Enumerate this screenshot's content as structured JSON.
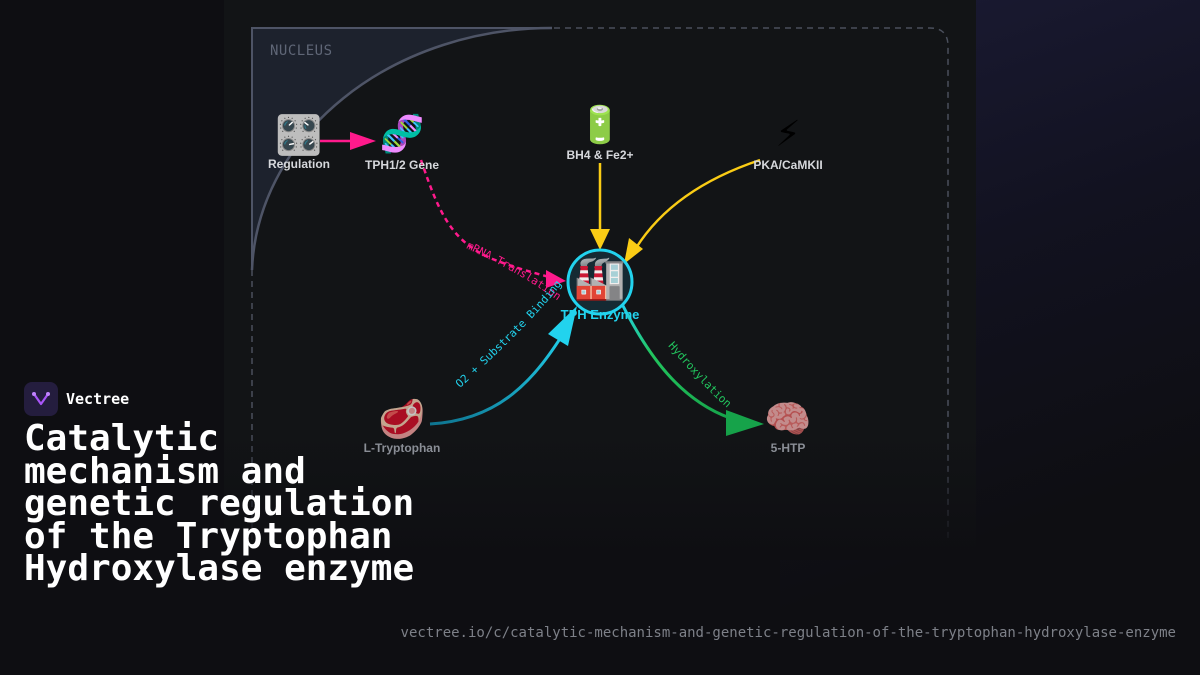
{
  "diagram": {
    "compartment_label": "NUCLEUS",
    "nodes": {
      "regulation": {
        "icon": "🎛️",
        "icon_name": "control-knobs-icon",
        "label": "Regulation"
      },
      "gene": {
        "icon": "🧬",
        "icon_name": "dna-icon",
        "label": "TPH1/2 Gene"
      },
      "cofactor": {
        "icon": "🔋",
        "icon_name": "battery-icon",
        "label": "BH4 & Fe2+"
      },
      "kinase": {
        "icon": "⚡",
        "icon_name": "lightning-icon",
        "label": "PKA/CaMKII"
      },
      "enzyme": {
        "icon": "🏭",
        "icon_name": "factory-icon",
        "label": "TPH Enzyme"
      },
      "substrate": {
        "icon": "🥩",
        "icon_name": "meat-icon",
        "label": "L-Tryptophan"
      },
      "product": {
        "icon": "🧠",
        "icon_name": "brain-icon",
        "label": "5-HTP"
      }
    },
    "edges": {
      "translation": {
        "label": "mRNA Translation",
        "color": "#ff1a8c"
      },
      "binding": {
        "label": "O2 + Substrate Binding",
        "color": "#22d3ee"
      },
      "hydroxylation": {
        "label": "Hydroxylation",
        "color": "#22c55e"
      },
      "regulation_to_gene": {
        "color": "#ff1a8c"
      },
      "cofactor_to_enzyme": {
        "color": "#facc15"
      },
      "kinase_to_enzyme": {
        "color": "#facc15"
      }
    }
  },
  "brand": {
    "name": "Vectree"
  },
  "title": "Catalytic mechanism and genetic regulation of the Tryptophan Hydroxylase enzyme",
  "url": "vectree.io/c/catalytic-mechanism-and-genetic-regulation-of-the-tryptophan-hydroxylase-enzyme"
}
